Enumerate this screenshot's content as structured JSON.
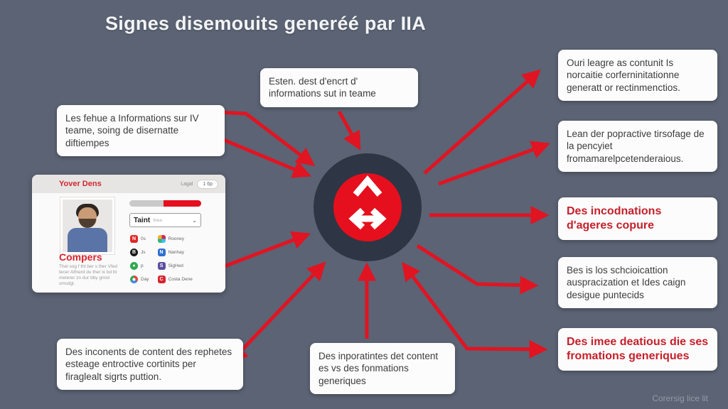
{
  "title": "Signes disemouits generéé par IIA",
  "watermark": "Corersig lice lit",
  "colors": {
    "background": "#5b6374",
    "arrow_red": "#e11422",
    "accent_red": "#c5202b",
    "hub_outer": "#2e3544",
    "hub_inner": "#e60f1e"
  },
  "boxes": {
    "top_left": {
      "text": "Les fehue a Informations sur IV teame, soing de disernatte diftiempes"
    },
    "top_center": {
      "text": "Esten. dest d'encrt d' informations sut in teame"
    },
    "right_1": {
      "text": "Ouri leagre as contunit Is norcaitie corferninitationne generatt or rectinmenctios."
    },
    "right_2": {
      "text": "Lean der popractive tirsofage de la pencyiet fromamarelpcetenderaious."
    },
    "right_3": {
      "text": "Des incodnations d'ageres copure"
    },
    "right_4": {
      "text": "Bes is los schcioicattion auspracization et Ides caign desigue puntecids"
    },
    "right_5": {
      "text": "Des imee deatious die ses fromations generiques"
    },
    "bottom_left": {
      "text": "Des inconents de content des rephetes esteage entroctive cortinits per firaglealt sigrts puttion."
    },
    "bottom_center": {
      "text": "Des inporatintes det content es vs des fonmations generiques"
    }
  },
  "card": {
    "header": {
      "title": "Yover Dens",
      "meta": "Lagal",
      "button": "1 6p"
    },
    "progress": {
      "fill_percent": 52,
      "fill_color": "#e60f1e",
      "track_color": "#c9c9c9"
    },
    "dropdown": {
      "label": "Taint",
      "sub": "Ibea",
      "chevron": "⌄"
    },
    "section_title": "Compers",
    "paragraph": "Thel sog f tht ber s ther Vfed tecer Alfnerd du ther ix bd bt meterer zn dur bby grind smcdgl.",
    "apps": {
      "col1": [
        {
          "label": "0s",
          "glyph": "N",
          "color": "#e02828"
        },
        {
          "label": "Js",
          "glyph": "B",
          "color": "#1a1a1a"
        },
        {
          "label": "p",
          "glyph": "●",
          "color": "#2eaa4e"
        },
        {
          "label": "Day",
          "glyph": "",
          "color": "multicolor"
        }
      ],
      "col2": [
        {
          "label": "Rooney",
          "glyph": "",
          "color": "multicolor"
        },
        {
          "label": "Nanhay",
          "glyph": "N",
          "color": "#2f6fd0"
        },
        {
          "label": "SigHed",
          "glyph": "S",
          "color": "#5b4fa0"
        },
        {
          "label": "Costa Dene",
          "glyph": "C",
          "color": "#d8232e"
        }
      ]
    }
  }
}
